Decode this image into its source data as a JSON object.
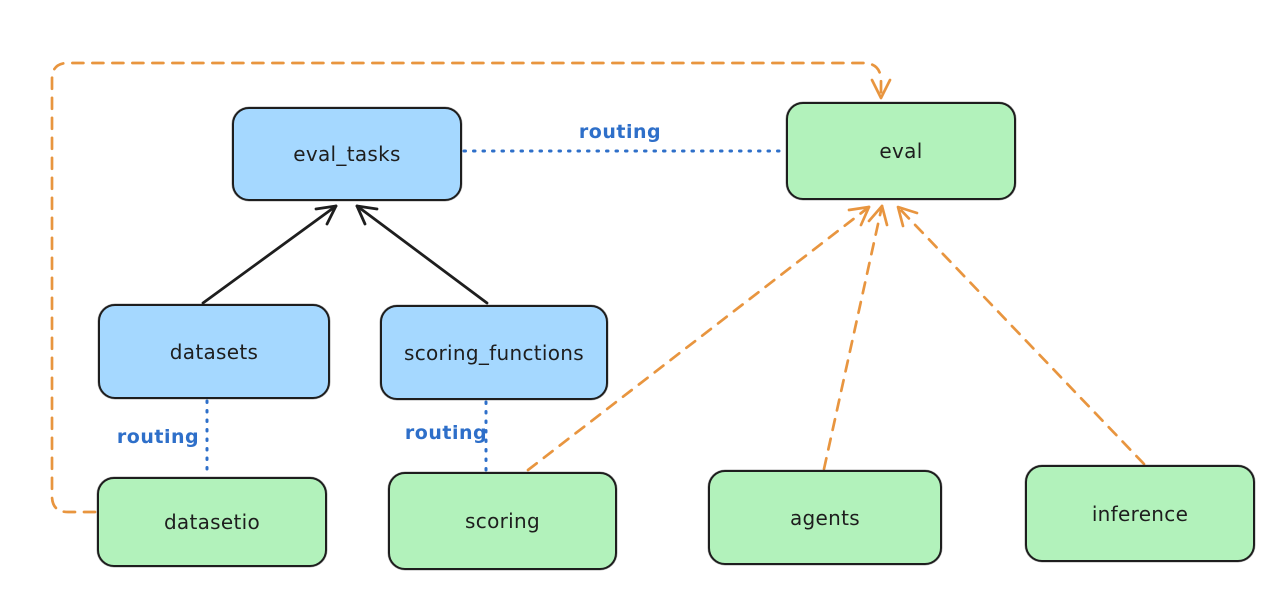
{
  "diagram": {
    "background": "#ffffff",
    "colors": {
      "node_blue_fill": "#a5d8ff",
      "node_green_fill": "#b2f2bb",
      "node_stroke": "#1e1e1e",
      "arrow_black": "#1e1e1e",
      "arrow_orange": "#e8953f",
      "routing_blue": "#2e6fc9"
    },
    "nodes": [
      {
        "id": "eval_tasks",
        "label": "eval_tasks",
        "fill": "blue"
      },
      {
        "id": "eval",
        "label": "eval",
        "fill": "green"
      },
      {
        "id": "datasets",
        "label": "datasets",
        "fill": "blue"
      },
      {
        "id": "scoring_functions",
        "label": "scoring_functions",
        "fill": "blue"
      },
      {
        "id": "datasetio",
        "label": "datasetio",
        "fill": "green"
      },
      {
        "id": "scoring",
        "label": "scoring",
        "fill": "green"
      },
      {
        "id": "agents",
        "label": "agents",
        "fill": "green"
      },
      {
        "id": "inference",
        "label": "inference",
        "fill": "green"
      }
    ],
    "edge_labels": [
      {
        "id": "routing-top",
        "text": "routing"
      },
      {
        "id": "routing-datasets",
        "text": "routing"
      },
      {
        "id": "routing-scoring",
        "text": "routing"
      }
    ],
    "edges": [
      {
        "from": "datasets",
        "to": "eval_tasks",
        "style": "solid-black-arrow"
      },
      {
        "from": "scoring_functions",
        "to": "eval_tasks",
        "style": "solid-black-arrow"
      },
      {
        "from": "eval_tasks",
        "to": "eval",
        "style": "dotted-blue",
        "label": "routing"
      },
      {
        "from": "datasets",
        "to": "datasetio",
        "style": "dotted-blue",
        "label": "routing"
      },
      {
        "from": "scoring_functions",
        "to": "scoring",
        "style": "dotted-blue",
        "label": "routing"
      },
      {
        "from": "datasetio",
        "to": "eval",
        "style": "dashed-orange-arrow"
      },
      {
        "from": "scoring",
        "to": "eval",
        "style": "dashed-orange-arrow"
      },
      {
        "from": "agents",
        "to": "eval",
        "style": "dashed-orange-arrow"
      },
      {
        "from": "inference",
        "to": "eval",
        "style": "dashed-orange-arrow"
      }
    ]
  }
}
